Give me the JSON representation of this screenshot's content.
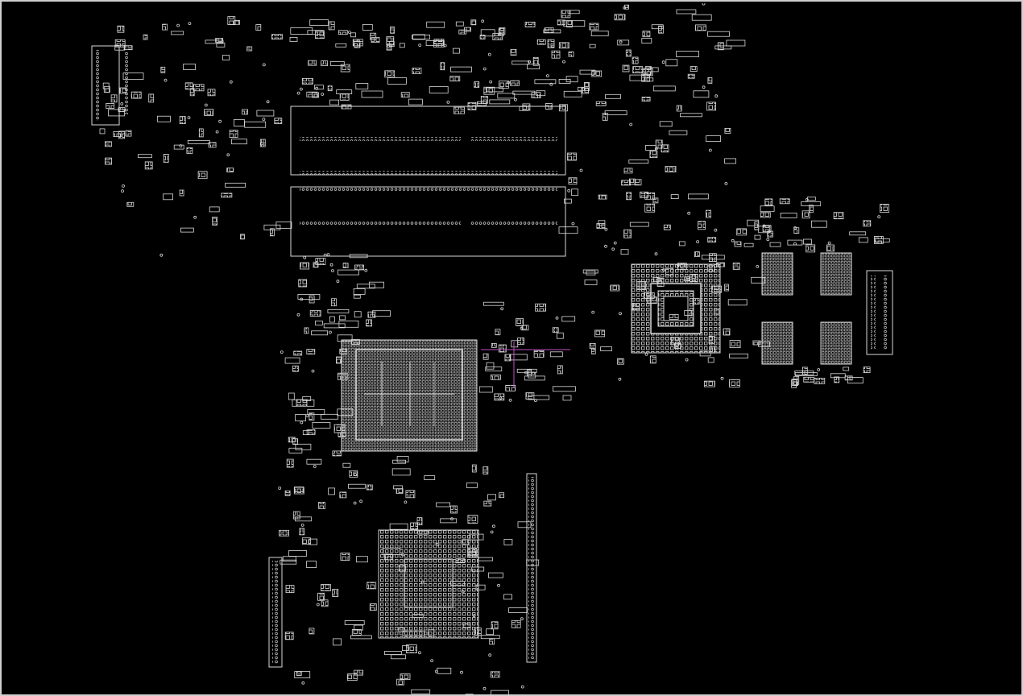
{
  "viewer": {
    "background": "#000000",
    "frame_color": "#cfcfcf",
    "trace_color": "#d8d8d8",
    "cursor_color": "#c050c0"
  },
  "board_view": {
    "components": [
      "memory-slot-top",
      "memory-slot-bottom",
      "cpu-bga",
      "gpu-bga",
      "pch-bga",
      "vram-chips",
      "left-edge-connector",
      "right-edge-connector",
      "bottom-connector"
    ]
  }
}
